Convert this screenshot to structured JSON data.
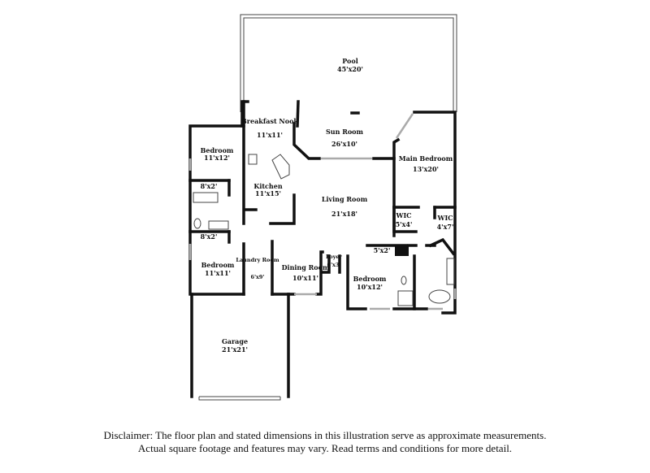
{
  "rooms": [
    {
      "name": "Pool",
      "dims": "45'x20'"
    },
    {
      "name": "Breakfast Nook",
      "dims": "11'x11'"
    },
    {
      "name": "Sun Room",
      "dims": "26'x10'"
    },
    {
      "name": "Main Bedroom",
      "dims": "13'x20'"
    },
    {
      "name": "Bedroom",
      "dims": "11'x12'"
    },
    {
      "name": "Kitchen",
      "dims": "11'x15'"
    },
    {
      "name": "Living Room",
      "dims": "21'x18'"
    },
    {
      "name": "WIC",
      "dims": "5'x4'"
    },
    {
      "name": "WIC",
      "dims": "4'x7'"
    },
    {
      "name": "",
      "dims": "8'x2'"
    },
    {
      "name": "",
      "dims": "8'x2'"
    },
    {
      "name": "",
      "dims": "5'x2'"
    },
    {
      "name": "Bedroom",
      "dims": "11'x11'"
    },
    {
      "name": "Laundry Room",
      "dims": "6'x9'"
    },
    {
      "name": "Dining Room",
      "dims": "10'x11'"
    },
    {
      "name": "Foyer",
      "dims": "6'x3'"
    },
    {
      "name": "Bedroom",
      "dims": "10'x12'"
    },
    {
      "name": "Garage",
      "dims": "21'x21'"
    }
  ],
  "disclaimer": {
    "line1": "Disclaimer: The floor plan and stated dimensions in this illustration serve as approximate measurements.",
    "line2": "Actual square footage and features may vary. Read terms and conditions for more detail."
  }
}
